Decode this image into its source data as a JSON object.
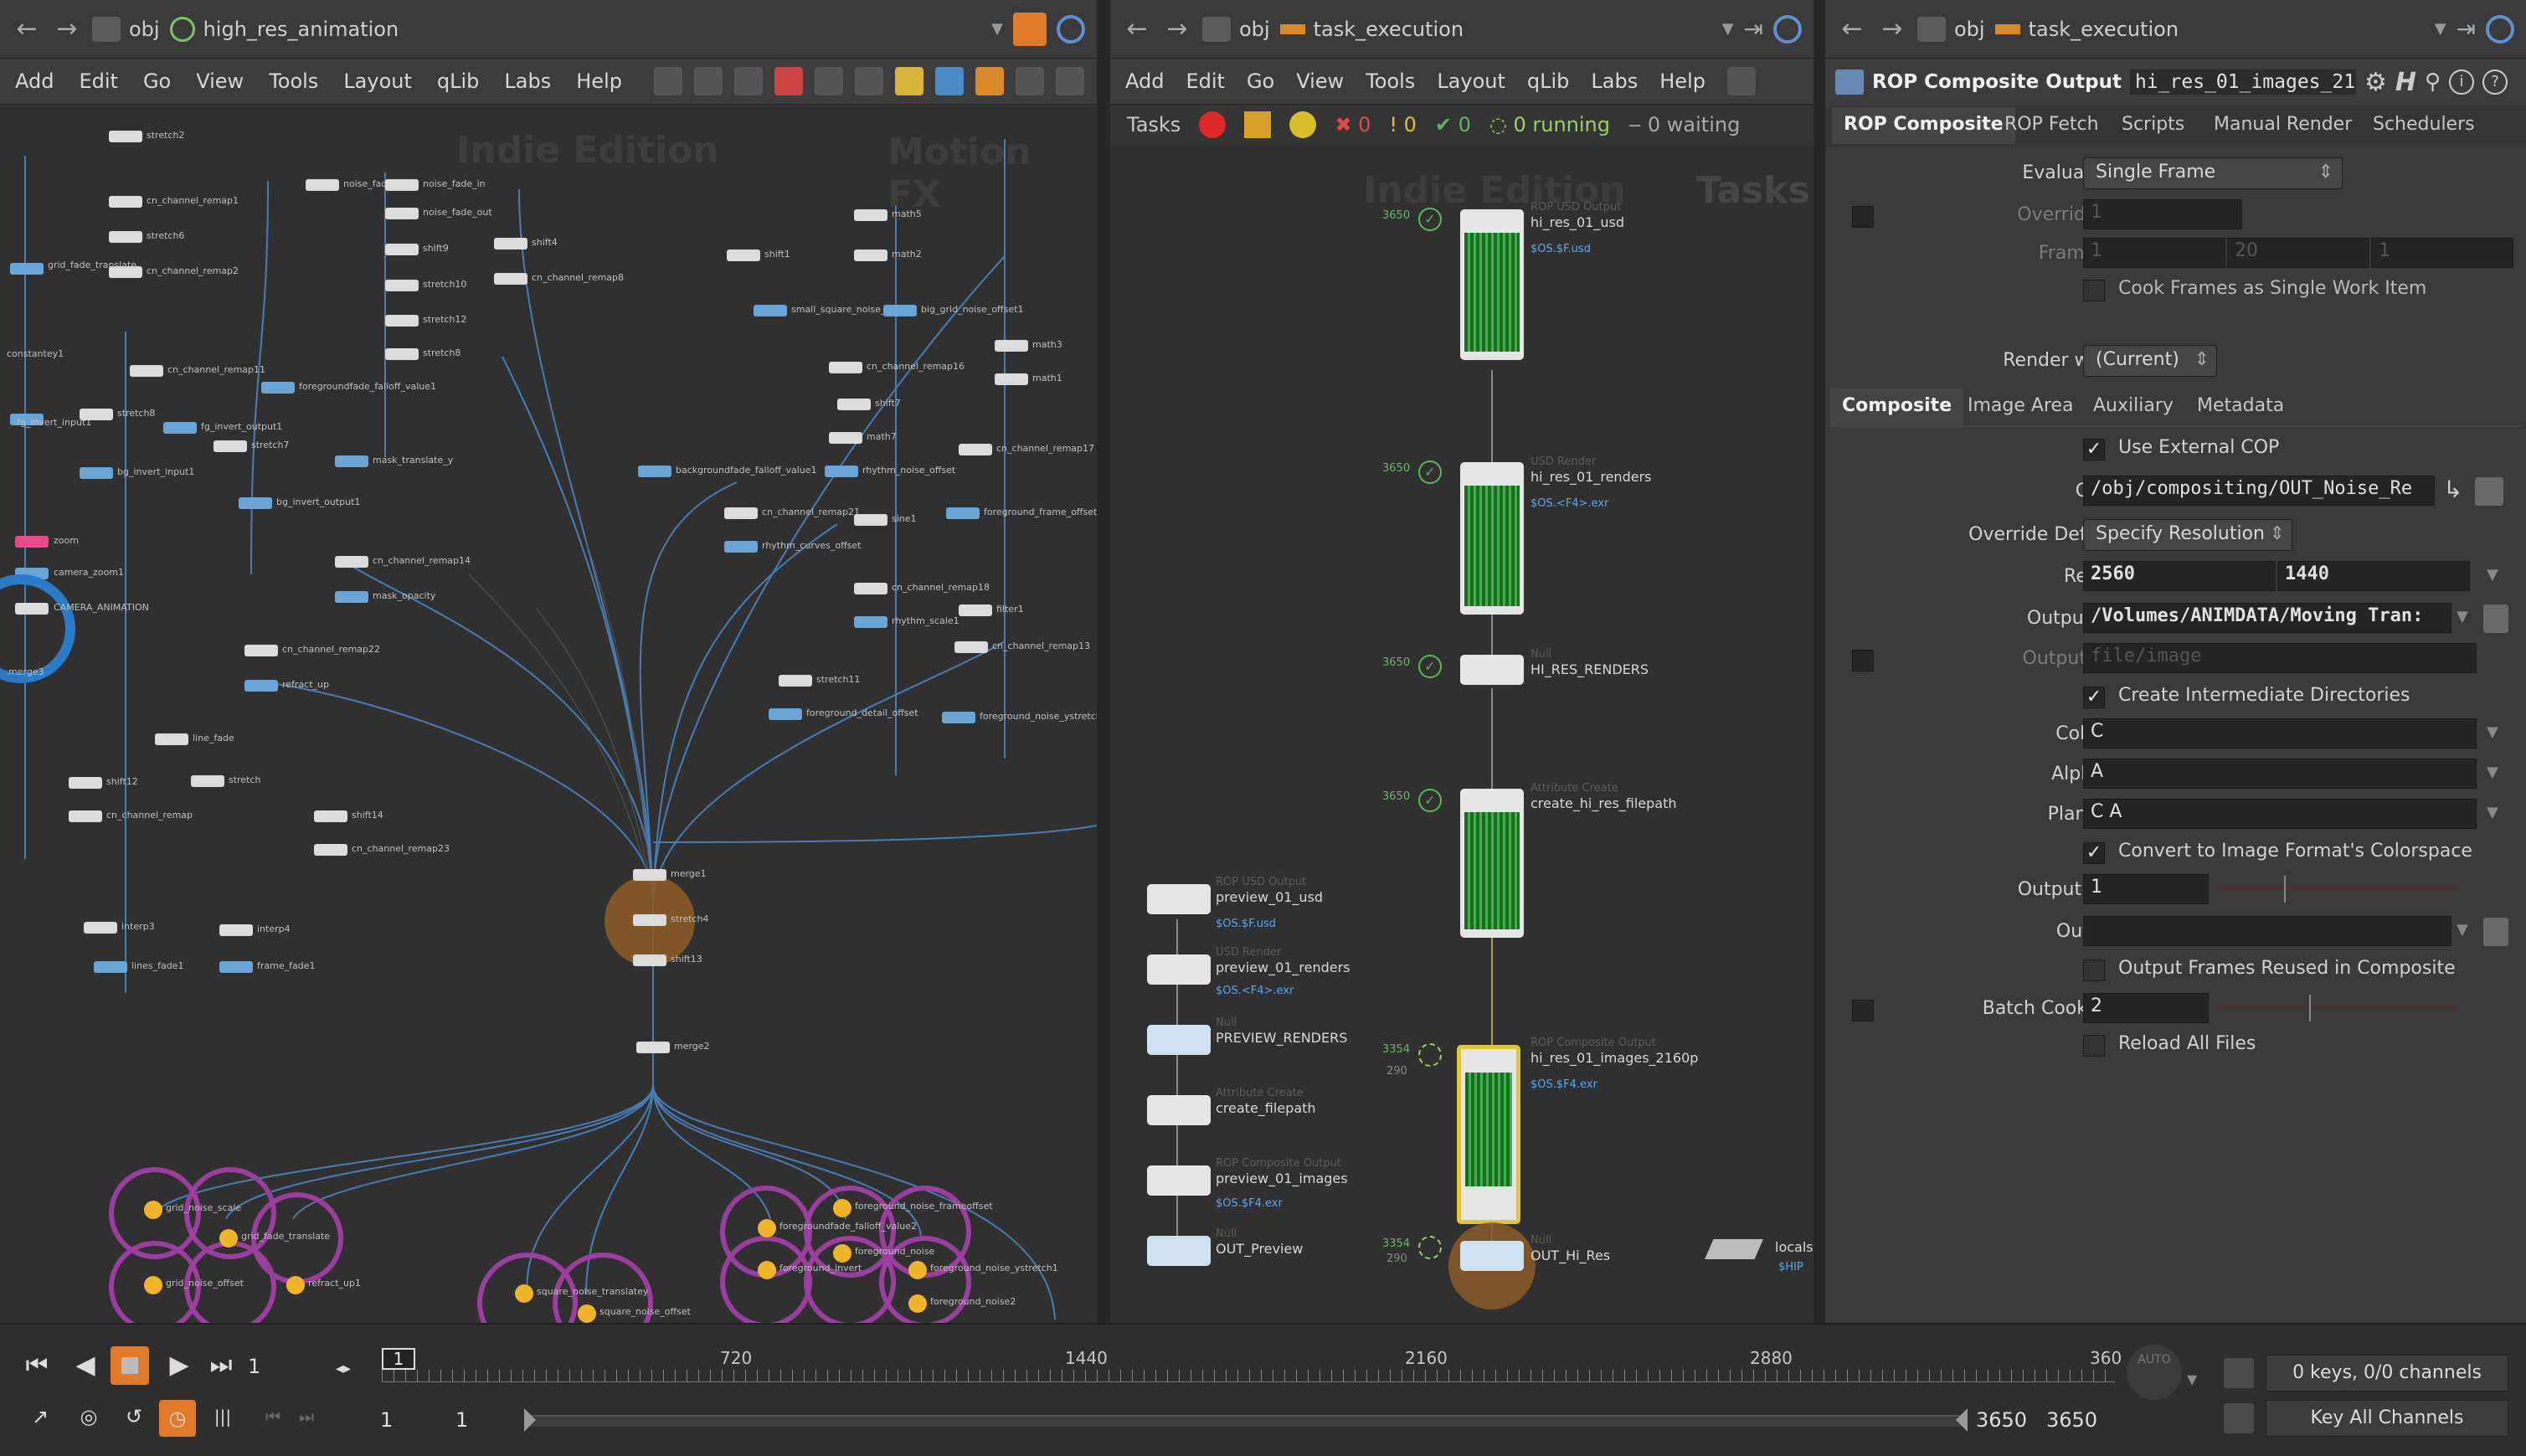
{
  "left_pane": {
    "path": "obj",
    "network": "high_res_animation",
    "menu": [
      "Add",
      "Edit",
      "Go",
      "View",
      "Tools",
      "Layout",
      "qLib",
      "Labs",
      "Help"
    ],
    "watermarks": [
      "Indie Edition",
      "Motion FX"
    ],
    "node_labels": [
      "stretch2",
      "noise_fade",
      "noise_fade_in",
      "cn_channel_remap1",
      "noise_fade_out",
      "shift9",
      "stretch6",
      "cn_channel_remap2",
      "shift4",
      "stretch10",
      "grid_fade_translate",
      "cn_channel_remap8",
      "stretch12",
      "stretch8",
      "constantey1",
      "cn_channel_remap11",
      "foregroundfade_falloff_value1",
      "fg_invert_input1",
      "stretch8",
      "fg_invert_output1",
      "stretch7",
      "mask_translate_y",
      "bg_invert_input1",
      "bg_invert_output1",
      "zoom",
      "camera_zoom1",
      "CAMERA_ANIMATION",
      "cn_channel_remap14",
      "mask_opacity",
      "cn_channel_remap22",
      "refract_up",
      "merge3",
      "line_fade",
      "shift12",
      "stretch",
      "cn_channel_remap",
      "shift14",
      "cn_channel_remap23",
      "interp3",
      "interp4",
      "lines_fade1",
      "frame_fade1",
      "merge1",
      "stretch4",
      "shift13",
      "merge2",
      "math5",
      "math2",
      "shift1",
      "small_square_noise_offset1",
      "big_grid_noise_offset1",
      "cn_channel_remap16",
      "math3",
      "math1",
      "shift7",
      "math7",
      "cn_channel_remap17",
      "backgroundfade_falloff_value1",
      "rhythm_noise_offset",
      "foreground_frame_offset",
      "cn_channel_remap21",
      "rhythm_curves_offset",
      "sine1",
      "cn_channel_remap18",
      "filter1",
      "stretch11",
      "foreground_detail_offset",
      "cn_channel_remap13",
      "rhythm_scale1",
      "foreground_noise_ystretch",
      "grid_noise_scale",
      "grid_noise_offset",
      "grid_fade_translate",
      "refract_up1",
      "square_noise_translatey",
      "square_noise_offset",
      "foreground_noise_frameoffset",
      "foreground_noise",
      "foreground_invert",
      "foregroundfade_falloff_value2",
      "foreground_noise_ystretch1",
      "foreground_noise2"
    ]
  },
  "middle_pane": {
    "path": "obj",
    "network": "task_execution",
    "menu": [
      "Add",
      "Edit",
      "Go",
      "View",
      "Tools",
      "Layout",
      "qLib",
      "Labs",
      "Help"
    ],
    "tasks_label": "Tasks",
    "failed_count": "0",
    "warn_count": "0",
    "done_count": "0",
    "running": "0 running",
    "waiting": "0 waiting",
    "watermarks": [
      "Indie Edition",
      "Tasks"
    ],
    "main_nodes": [
      {
        "type": "ROP USD Output",
        "name": "hi_res_01_usd",
        "sub": "$OS.$F.usd",
        "count": "3650"
      },
      {
        "type": "USD Render",
        "name": "hi_res_01_renders",
        "sub": "$OS.<F4>.exr",
        "count": "3650"
      },
      {
        "type": "Null",
        "name": "HI_RES_RENDERS",
        "sub": "",
        "count": "3650"
      },
      {
        "type": "Attribute Create",
        "name": "create_hi_res_filepath",
        "sub": "",
        "count": "3650"
      },
      {
        "type": "ROP Composite Output",
        "name": "hi_res_01_images_2160p",
        "sub": "$OS.$F4.exr",
        "count": "3354"
      },
      {
        "type": "Null",
        "name": "OUT_Hi_Res",
        "sub": "",
        "count": "3354"
      }
    ],
    "preview_nodes": [
      {
        "type": "ROP USD Output",
        "name": "preview_01_usd",
        "sub": "$OS.$F.usd"
      },
      {
        "type": "USD Render",
        "name": "preview_01_renders",
        "sub": "$OS.<F4>.exr"
      },
      {
        "type": "Null",
        "name": "PREVIEW_RENDERS",
        "sub": ""
      },
      {
        "type": "Attribute Create",
        "name": "create_filepath",
        "sub": ""
      },
      {
        "type": "ROP Composite Output",
        "name": "preview_01_images",
        "sub": "$OS.$F4.exr"
      },
      {
        "type": "Null",
        "name": "OUT_Preview",
        "sub": ""
      }
    ],
    "sub_counts": [
      "290",
      "290"
    ],
    "scheduler": {
      "name": "localsc",
      "sub": "$HIP"
    }
  },
  "right_pane": {
    "path": "obj",
    "network": "task_execution",
    "node_type": "ROP Composite Output",
    "node_name": "hi_res_01_images_21",
    "tabs_top": [
      "ROP Composite",
      "ROP Fetch",
      "Scripts",
      "Manual Render",
      "Schedulers"
    ],
    "evaluate_using": {
      "label": "Evaluate Using",
      "value": "Single Frame"
    },
    "override_frame": {
      "label": "Override Frame",
      "value": "1"
    },
    "frame_range": {
      "label": "Frame Range",
      "v1": "1",
      "v2": "20",
      "v3": "1"
    },
    "cook_frames": "Cook Frames as Single Work Item",
    "render_with_take": {
      "label": "Render with Take",
      "value": "(Current)"
    },
    "tabs_sub": [
      "Composite",
      "Image Area",
      "Auxiliary",
      "Metadata"
    ],
    "use_external_cop": "Use External COP",
    "cop_path": {
      "label": "COP Path",
      "value": "/obj/compositing/OUT_Noise_Re"
    },
    "override_default_res": {
      "label": "Override Default Res",
      "value": "Specify Resolution"
    },
    "resolution": {
      "label": "Resolution",
      "w": "2560",
      "h": "1440"
    },
    "output_picture": {
      "label": "Output Picture",
      "value": "/Volumes/ANIMDATA/Moving Tran:"
    },
    "output_file_tag": {
      "label": "Output File Tag",
      "value": "file/image"
    },
    "create_dirs": "Create Intermediate Directories",
    "color_plane": {
      "label": "Color Plane",
      "value": "C"
    },
    "alpha_plane": {
      "label": "Alpha Plane",
      "value": "A"
    },
    "plane_scope": {
      "label": "Plane Scope",
      "value": "C A"
    },
    "convert_colorspace": "Convert to Image Format's Colorspace",
    "output_gamma": {
      "label": "Output Gamma",
      "value": "1"
    },
    "output_lut": {
      "label": "Output LUT",
      "value": ""
    },
    "output_frames_reused": "Output Frames Reused in Composite",
    "batch_cook": {
      "label": "Batch Cook Frames",
      "value": "2"
    },
    "reload_all": "Reload All Files"
  },
  "timeline": {
    "current_frame": "1",
    "frame_marker": "1",
    "ticks": [
      "720",
      "1440",
      "2160",
      "2880",
      "360"
    ],
    "range_start": "1",
    "range_start2": "1",
    "range_end": "3650",
    "range_end2": "3650",
    "keys_info": "0 keys, 0/0 channels",
    "key_all": "Key All Channels",
    "auto": "AUTO"
  },
  "colors": {
    "accent_orange": "#e07a2a",
    "task_green": "#3bb54a",
    "link_blue": "#5ea8ee",
    "purple_ring": "#9b3ea0",
    "yellow_node": "#f0b428"
  }
}
